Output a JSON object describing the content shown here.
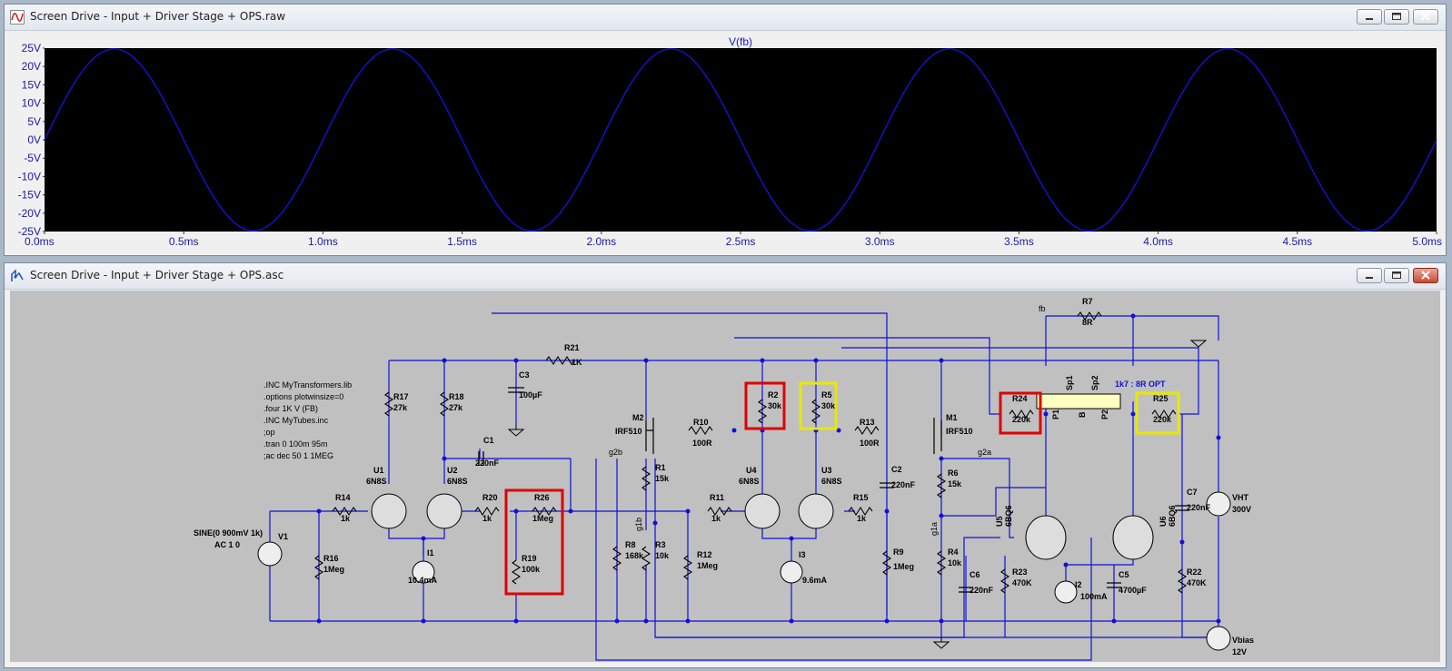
{
  "windows": {
    "plot": {
      "title": "Screen Drive - Input + Driver Stage + OPS.raw"
    },
    "schematic": {
      "title": "Screen Drive - Input + Driver Stage + OPS.asc"
    }
  },
  "colors": {
    "trace": "#1414e0",
    "plot_bg": "#000000",
    "wire": "#1010d8",
    "schematic_bg": "#c0c0c0",
    "highlight_red": "#e00000",
    "highlight_yellow": "#e8e800"
  },
  "icons": {
    "plot": "waveform-icon",
    "schematic": "schematic-icon",
    "minimize": "minimize-icon",
    "maximize": "maximize-icon",
    "close": "close-icon"
  },
  "chart_data": {
    "type": "line",
    "title": "V(fb)",
    "xlabel": "",
    "ylabel": "",
    "x_ticks": [
      "0.0ms",
      "0.5ms",
      "1.0ms",
      "1.5ms",
      "2.0ms",
      "2.5ms",
      "3.0ms",
      "3.5ms",
      "4.0ms",
      "4.5ms",
      "5.0ms"
    ],
    "y_ticks": [
      "25V",
      "20V",
      "15V",
      "10V",
      "5V",
      "0V",
      "-5V",
      "-10V",
      "-15V",
      "-20V",
      "-25V"
    ],
    "xlim": [
      0,
      5
    ],
    "ylim": [
      -25,
      25
    ],
    "grid": false,
    "series": [
      {
        "name": "V(fb)",
        "amplitude_v": 24.8,
        "frequency_khz": 1,
        "phase_deg": 0
      }
    ]
  },
  "directives": [
    ".INC MyTransformers.lib",
    ".options plotwinsize=0",
    ".four 1K V (FB)",
    ".INC MyTubes.inc",
    ";op",
    ".tran 0 100m 95m",
    ";ac dec 50 1 1MEG"
  ],
  "components": [
    {
      "name": "R21",
      "value": "1K"
    },
    {
      "name": "R17",
      "value": "27k"
    },
    {
      "name": "R18",
      "value": "27k"
    },
    {
      "name": "C3",
      "value": "100µF"
    },
    {
      "name": "C1",
      "value": "220nF"
    },
    {
      "name": "U1",
      "value": "6N8S"
    },
    {
      "name": "U2",
      "value": "6N8S"
    },
    {
      "name": "R14",
      "value": "1k"
    },
    {
      "name": "R20",
      "value": "1k"
    },
    {
      "name": "R26",
      "value": "1Meg"
    },
    {
      "name": "R19",
      "value": "100k"
    },
    {
      "name": "R16",
      "value": "1Meg"
    },
    {
      "name": "I1",
      "value": "10.4mA"
    },
    {
      "name": "V1",
      "value": "SINE(0 900mV 1k)"
    },
    {
      "name": "V1_ac",
      "value": "AC 1 0"
    },
    {
      "name": "M2",
      "value": "IRF510"
    },
    {
      "name": "R10",
      "value": "100R"
    },
    {
      "name": "R1",
      "value": "15k"
    },
    {
      "name": "R8",
      "value": "168k"
    },
    {
      "name": "R3",
      "value": "10k"
    },
    {
      "name": "R12",
      "value": "1Meg"
    },
    {
      "name": "R11",
      "value": "1k"
    },
    {
      "name": "R2",
      "value": "30k"
    },
    {
      "name": "R5",
      "value": "30k"
    },
    {
      "name": "U4",
      "value": "6N8S"
    },
    {
      "name": "U3",
      "value": "6N8S"
    },
    {
      "name": "I3",
      "value": "9.6mA"
    },
    {
      "name": "R13",
      "value": "100R"
    },
    {
      "name": "R15",
      "value": "1k"
    },
    {
      "name": "C2",
      "value": "220nF"
    },
    {
      "name": "R9",
      "value": "1Meg"
    },
    {
      "name": "M1",
      "value": "IRF510"
    },
    {
      "name": "R6",
      "value": "15k"
    },
    {
      "name": "R4",
      "value": "10k"
    },
    {
      "name": "C6",
      "value": "220nF"
    },
    {
      "name": "R24",
      "value": "220k"
    },
    {
      "name": "R7",
      "value": "8R"
    },
    {
      "name": "R25",
      "value": "220k"
    },
    {
      "name": "U5",
      "value": "6BQ6"
    },
    {
      "name": "U6",
      "value": "6BQ6"
    },
    {
      "name": "R23",
      "value": "470K"
    },
    {
      "name": "I2",
      "value": "100mA"
    },
    {
      "name": "C5",
      "value": "4700µF"
    },
    {
      "name": "C7",
      "value": "220nF"
    },
    {
      "name": "R22",
      "value": "470K"
    },
    {
      "name": "VHT",
      "value": "300V"
    },
    {
      "name": "Vbias",
      "value": "12V"
    }
  ],
  "net_labels": [
    "fb",
    "g2b",
    "g1b",
    "g2a",
    "g1a"
  ],
  "transformer": {
    "title": "1k7 : 8R OPT",
    "pins": [
      "P1",
      "B",
      "P2",
      "Sp1",
      "Sp2"
    ]
  }
}
